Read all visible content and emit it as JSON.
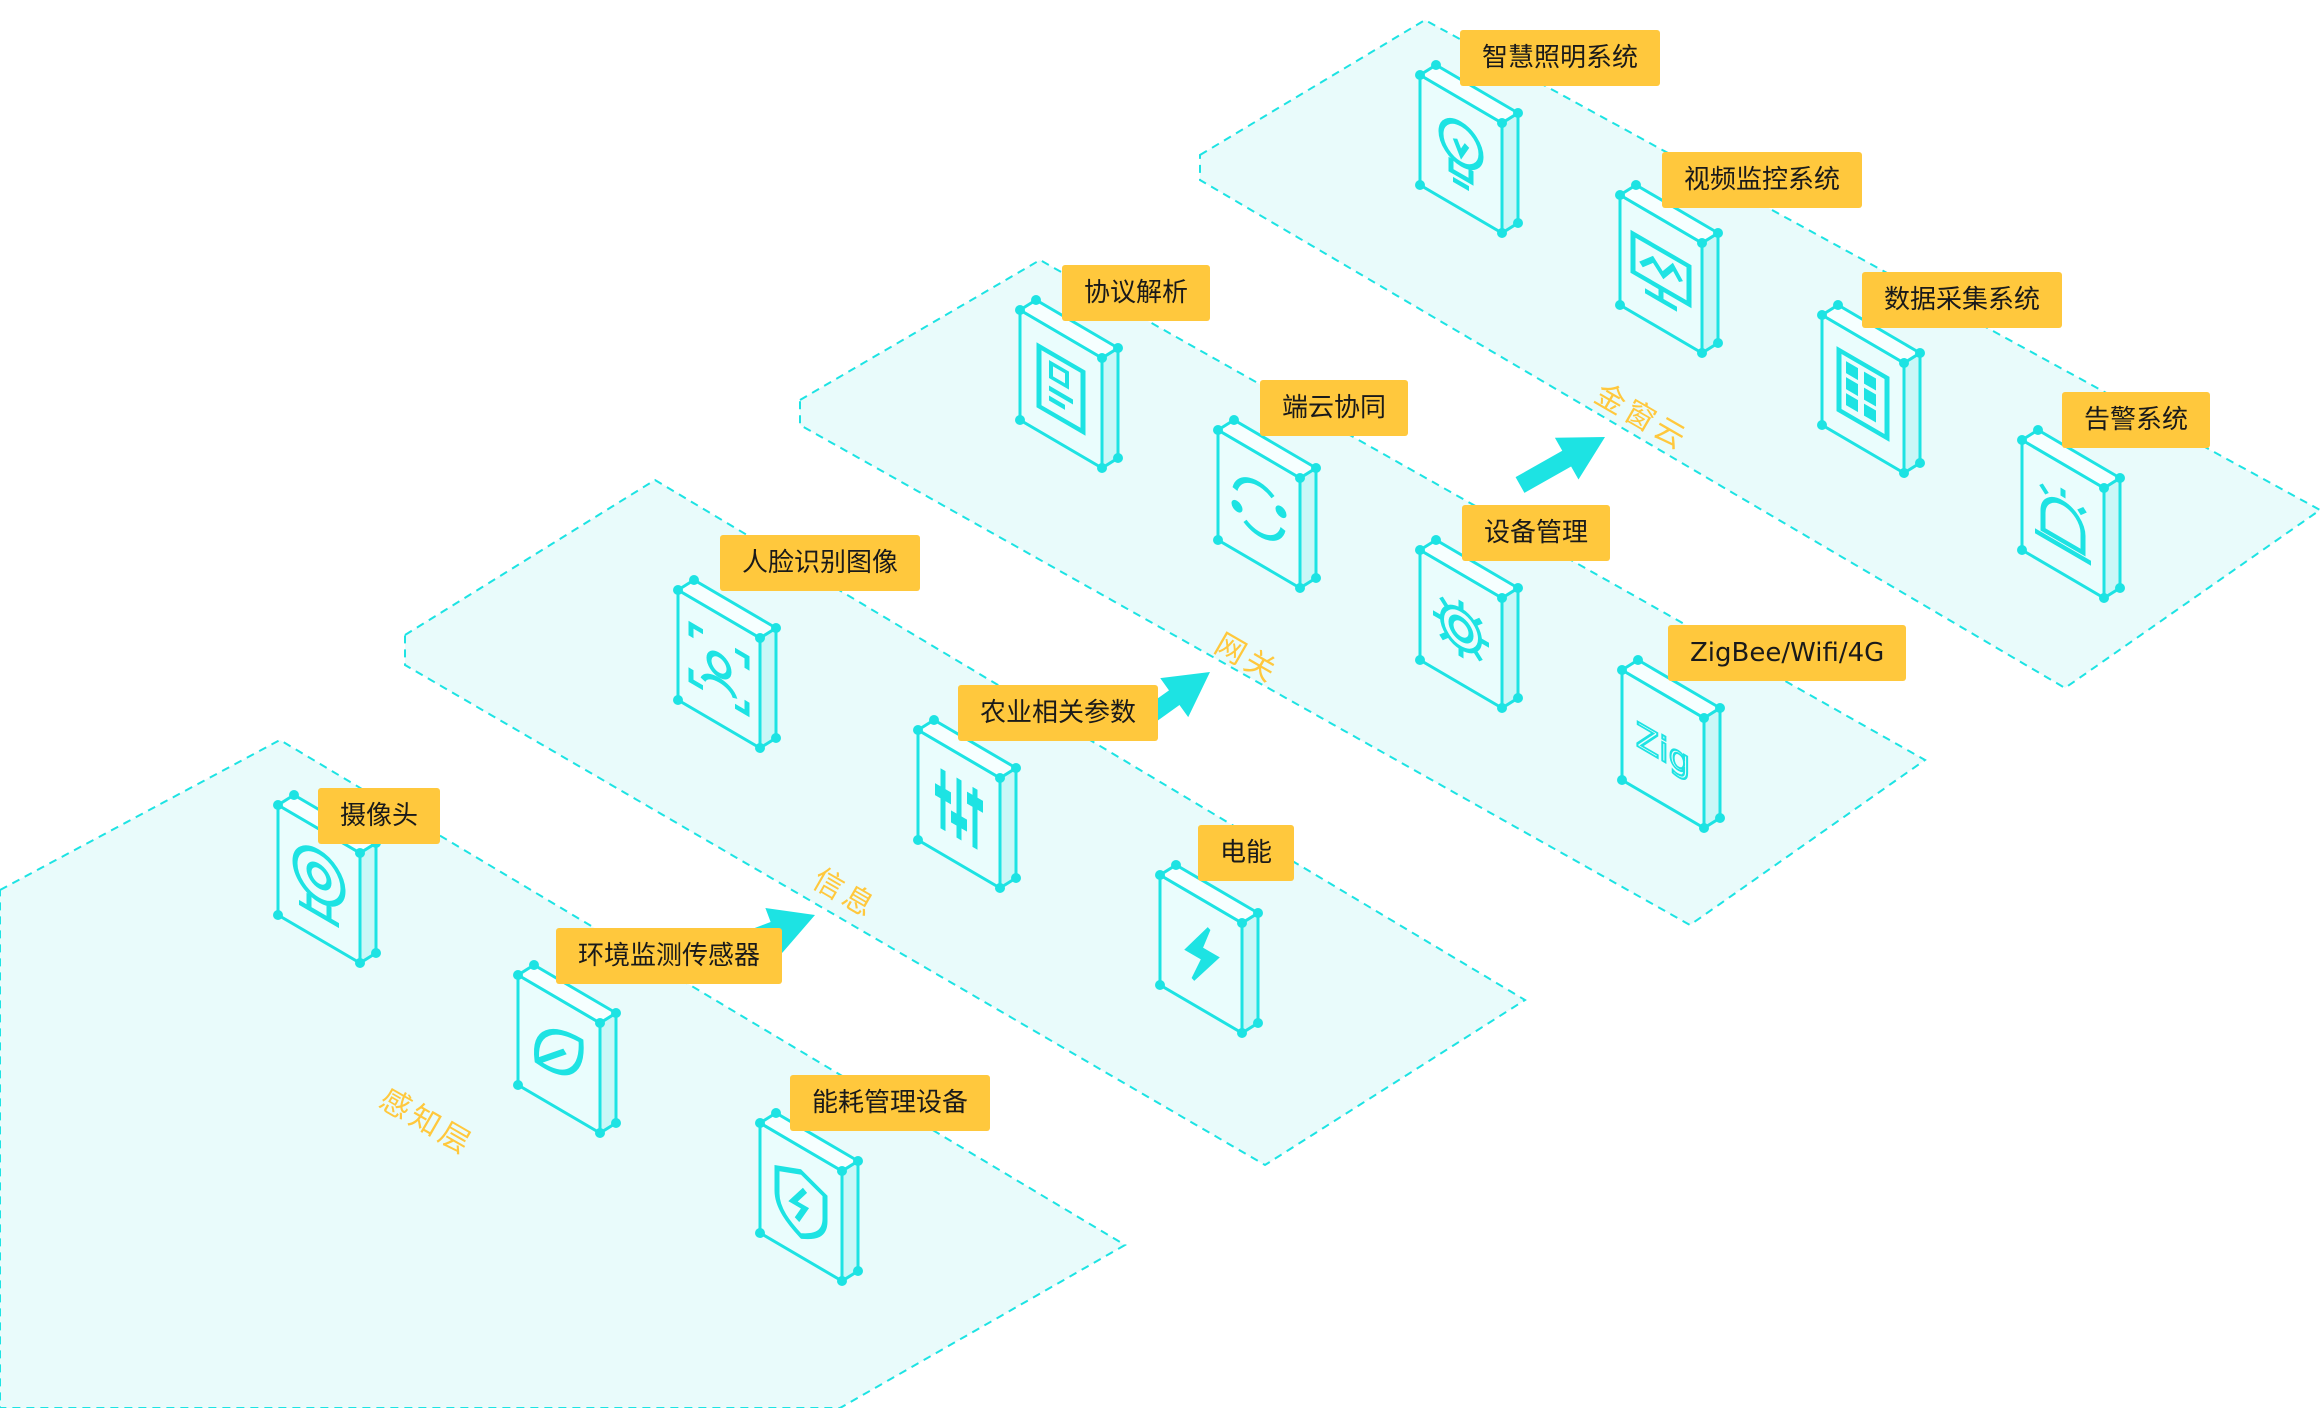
{
  "colors": {
    "accent": "#1de3e3",
    "plate_fill": "#e9fbfb",
    "label_bg": "#ffc83d",
    "layer_text": "#ffc83d"
  },
  "layers": [
    {
      "title": "感知层",
      "devices": [
        {
          "label": "摄像头",
          "icon": "camera-icon"
        },
        {
          "label": "环境监测传感器",
          "icon": "leaf-icon"
        },
        {
          "label": "能耗管理设备",
          "icon": "shield-bolt-icon"
        }
      ]
    },
    {
      "title": "信息",
      "devices": [
        {
          "label": "人脸识别图像",
          "icon": "face-scan-icon"
        },
        {
          "label": "农业相关参数",
          "icon": "sliders-icon"
        },
        {
          "label": "电能",
          "icon": "lightning-icon"
        }
      ]
    },
    {
      "title": "网关",
      "devices": [
        {
          "label": "协议解析",
          "icon": "document-icon"
        },
        {
          "label": "端云协同",
          "icon": "sync-circle-icon"
        },
        {
          "label": "设备管理",
          "icon": "gear-icon"
        },
        {
          "label": "ZigBee/Wifi/4G",
          "icon": "zig-icon",
          "icon_text": "Zig"
        }
      ]
    },
    {
      "title": "金窗云",
      "devices": [
        {
          "label": "智慧照明系统",
          "icon": "bulb-icon"
        },
        {
          "label": "视频监控系统",
          "icon": "monitor-icon"
        },
        {
          "label": "数据采集系统",
          "icon": "database-grid-icon"
        },
        {
          "label": "告警系统",
          "icon": "alarm-icon"
        }
      ]
    }
  ]
}
